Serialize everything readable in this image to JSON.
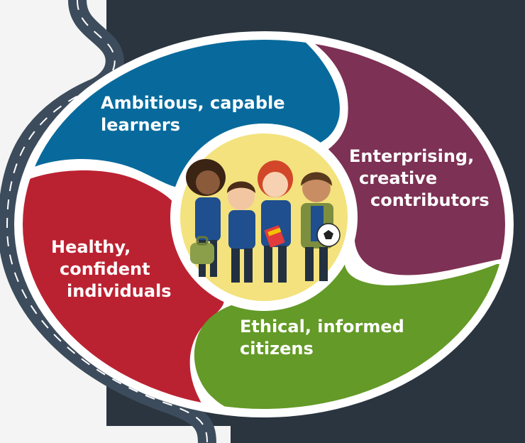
{
  "colors": {
    "background_light": "#f4f4f4",
    "background_dark": "#2b353f",
    "road": "#3d4c5c",
    "road_dash": "#ffffff",
    "ring": "#ffffff",
    "blue": "#086a9c",
    "maroon": "#7d3154",
    "red": "#bb2231",
    "green": "#649a27",
    "centre": "#f3e27e"
  },
  "segments": [
    {
      "id": "ambitious",
      "lines": [
        "Ambitious, capable",
        "learners"
      ],
      "color": "blue"
    },
    {
      "id": "enterprising",
      "lines": [
        "Enterprising,",
        "creative",
        "contributors"
      ],
      "color": "maroon"
    },
    {
      "id": "healthy",
      "lines": [
        "Healthy,",
        "confident",
        "individuals"
      ],
      "color": "red"
    },
    {
      "id": "ethical",
      "lines": [
        "Ethical, informed",
        "citizens"
      ],
      "color": "green"
    }
  ],
  "centre_illustration": {
    "description_icon": "school-children-icon",
    "items": [
      "student-girl-icon",
      "student-boy-icon",
      "student-girl-red-hair-icon",
      "student-boy-green-jacket-icon",
      "school-bag-icon",
      "books-icon",
      "football-icon"
    ]
  }
}
